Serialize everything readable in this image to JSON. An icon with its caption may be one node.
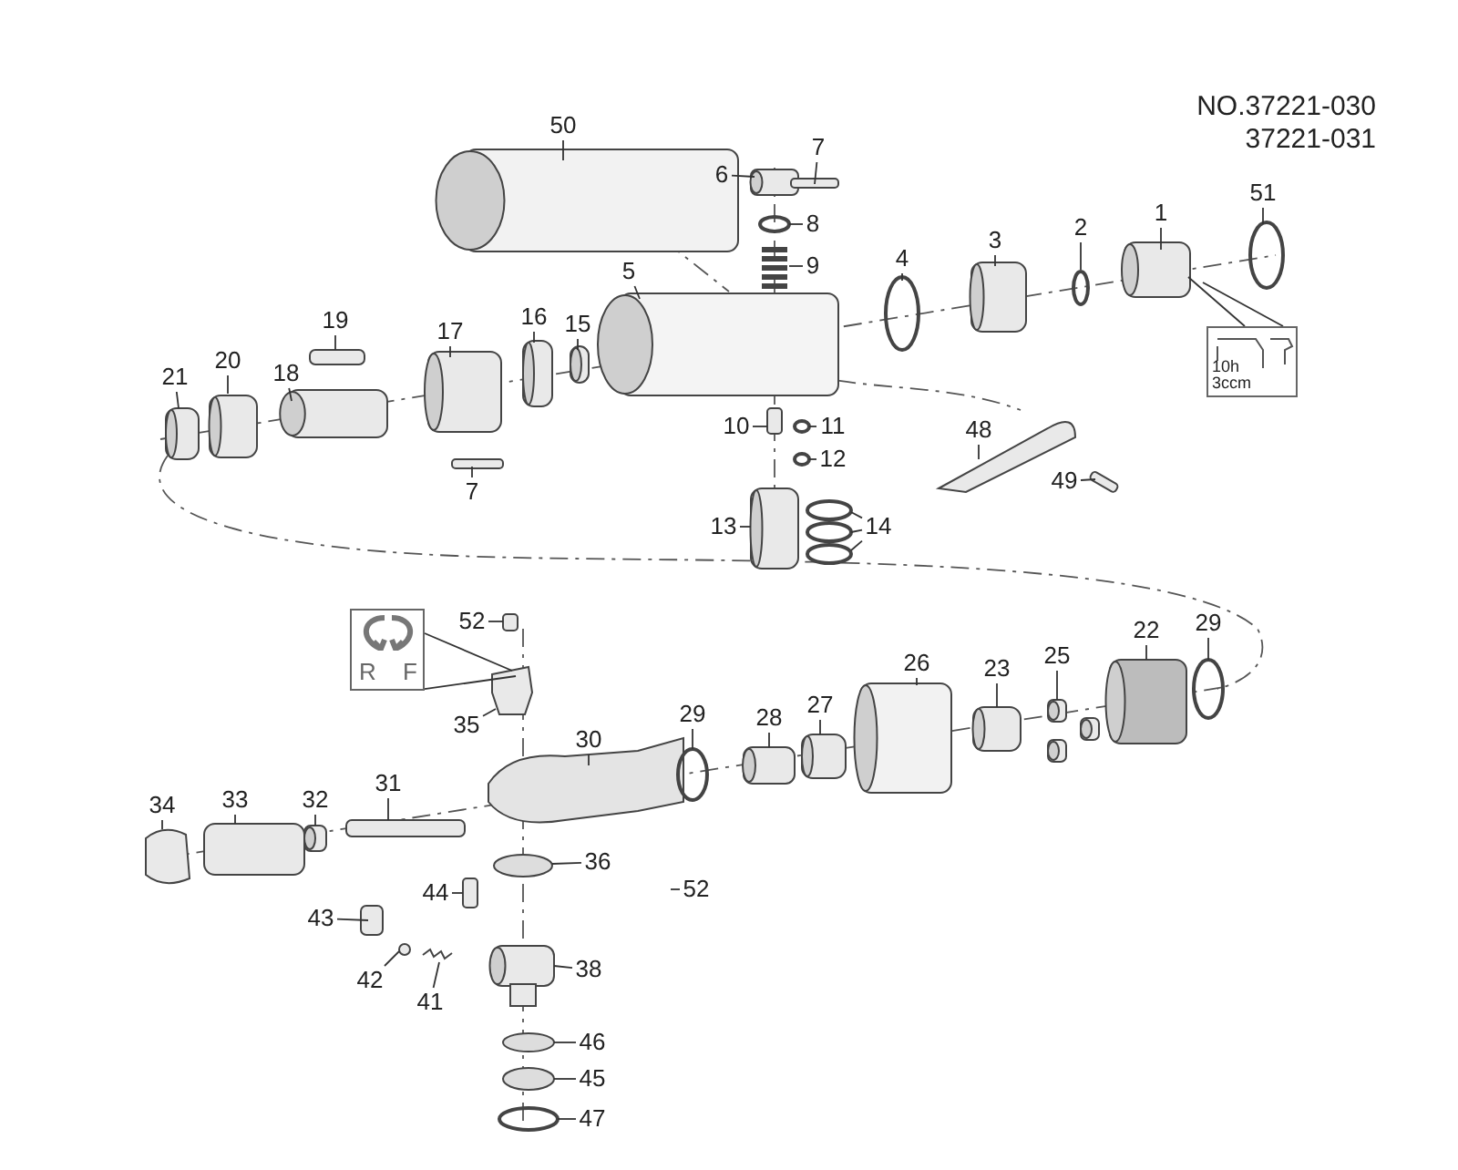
{
  "diagram": {
    "nodes": [
      {
        "text": [
          "50"
        ]
      },
      {
        "text": [
          "7"
        ]
      },
      {
        "text": [
          "6"
        ]
      },
      {
        "text": [
          "51"
        ]
      },
      {
        "text": [
          "1"
        ]
      },
      {
        "text": [
          "2"
        ]
      },
      {
        "text": [
          "3"
        ]
      },
      {
        "text": [
          "4"
        ]
      },
      {
        "text": [
          "8"
        ]
      },
      {
        "text": [
          "9"
        ]
      },
      {
        "text": [
          "5"
        ]
      },
      {
        "text": [
          "19"
        ]
      },
      {
        "text": [
          "17"
        ]
      },
      {
        "text": [
          "15"
        ]
      },
      {
        "text": [
          "16"
        ]
      },
      {
        "text": [
          "20"
        ]
      },
      {
        "text": [
          "18"
        ]
      },
      {
        "text": [
          "21"
        ]
      },
      {
        "text": [
          "10h 3ccm"
        ]
      },
      {
        "text": [
          "10"
        ]
      },
      {
        "text": [
          "11"
        ]
      },
      {
        "text": [
          "48"
        ]
      },
      {
        "text": [
          "12"
        ]
      },
      {
        "text": [
          "49"
        ]
      },
      {
        "text": [
          "7"
        ]
      },
      {
        "text": [
          "13"
        ]
      },
      {
        "text": [
          "14"
        ]
      },
      {
        "text": [
          "22"
        ]
      },
      {
        "text": [
          "29"
        ]
      },
      {
        "text": [
          "52"
        ]
      },
      {
        "text": [
          "R",
          "F"
        ]
      },
      {
        "text": [
          "25"
        ]
      },
      {
        "text": [
          "26"
        ]
      },
      {
        "text": [
          "23"
        ]
      },
      {
        "text": [
          "35"
        ]
      },
      {
        "text": [
          "27"
        ]
      },
      {
        "text": [
          "29"
        ]
      },
      {
        "text": [
          "28"
        ]
      },
      {
        "text": [
          "30"
        ]
      },
      {
        "text": [
          "31"
        ]
      },
      {
        "text": [
          "33"
        ]
      },
      {
        "text": [
          "32"
        ]
      },
      {
        "text": [
          "34"
        ]
      },
      {
        "text": [
          "36"
        ]
      },
      {
        "text": [
          "52"
        ]
      },
      {
        "text": [
          "44"
        ]
      },
      {
        "text": [
          "43"
        ]
      },
      {
        "text": [
          "42"
        ]
      },
      {
        "text": [
          "41"
        ]
      },
      {
        "text": [
          "38"
        ]
      },
      {
        "text": [
          "46"
        ]
      },
      {
        "text": [
          "45"
        ]
      },
      {
        "text": [
          "47"
        ]
      }
    ],
    "edges": [
      {
        "from": 0,
        "to": null,
        "arrow": "none"
      },
      {
        "from": 1,
        "to": null,
        "arrow": "none"
      },
      {
        "from": 2,
        "to": null,
        "arrow": "none"
      },
      {
        "from": 3,
        "to": null,
        "arrow": "none"
      },
      {
        "from": 4,
        "to": null,
        "arrow": "none"
      },
      {
        "from": 5,
        "to": null,
        "arrow": "none"
      },
      {
        "from": 6,
        "to": null,
        "arrow": "none"
      },
      {
        "from": 7,
        "to": null,
        "arrow": "none"
      },
      {
        "from": 8,
        "to": null,
        "arrow": "none"
      },
      {
        "from": 9,
        "to": null,
        "arrow": "none"
      },
      {
        "from": 10,
        "to": null,
        "arrow": "none"
      },
      {
        "from": 11,
        "to": null,
        "arrow": "none"
      },
      {
        "from": 12,
        "to": null,
        "arrow": "none"
      },
      {
        "from": 13,
        "to": null,
        "arrow": "none"
      },
      {
        "from": 14,
        "to": null,
        "arrow": "none"
      },
      {
        "from": 15,
        "to": null,
        "arrow": "none"
      },
      {
        "from": 16,
        "to": null,
        "arrow": "none"
      },
      {
        "from": 17,
        "to": null,
        "arrow": "none"
      },
      {
        "from": 18,
        "to": null,
        "arrow": "none"
      },
      {
        "from": 18,
        "to": null,
        "arrow": "none"
      },
      {
        "from": 19,
        "to": null,
        "arrow": "none"
      },
      {
        "from": 20,
        "to": null,
        "arrow": "none"
      },
      {
        "from": 21,
        "to": null,
        "arrow": "none"
      },
      {
        "from": 22,
        "to": null,
        "arrow": "none"
      },
      {
        "from": 23,
        "to": null,
        "arrow": "none"
      },
      {
        "from": 24,
        "to": null,
        "arrow": "none"
      },
      {
        "from": 25,
        "to": null,
        "arrow": "none"
      },
      {
        "from": 26,
        "to": null,
        "arrow": "none"
      },
      {
        "from": 26,
        "to": null,
        "arrow": "none"
      },
      {
        "from": 26,
        "to": null,
        "arrow": "none"
      },
      {
        "from": 27,
        "to": null,
        "arrow": "none"
      },
      {
        "from": 28,
        "to": null,
        "arrow": "none"
      },
      {
        "from": 29,
        "to": null,
        "arrow": "none"
      },
      {
        "from": 30,
        "to": null,
        "arrow": "none"
      },
      {
        "from": 30,
        "to": null,
        "arrow": "none"
      },
      {
        "from": 31,
        "to": null,
        "arrow": "none"
      },
      {
        "from": 32,
        "to": null,
        "arrow": "none"
      },
      {
        "from": 33,
        "to": null,
        "arrow": "none"
      },
      {
        "from": 34,
        "to": null,
        "arrow": "none"
      },
      {
        "from": 35,
        "to": null,
        "arrow": "none"
      },
      {
        "from": 36,
        "to": null,
        "arrow": "none"
      },
      {
        "from": 37,
        "to": null,
        "arrow": "none"
      },
      {
        "from": 38,
        "to": null,
        "arrow": "none"
      },
      {
        "from": 39,
        "to": null,
        "arrow": "none"
      },
      {
        "from": 40,
        "to": null,
        "arrow": "none"
      },
      {
        "from": 41,
        "to": null,
        "arrow": "none"
      },
      {
        "from": 42,
        "to": null,
        "arrow": "none"
      },
      {
        "from": 43,
        "to": null,
        "arrow": "none"
      },
      {
        "from": 44,
        "to": null,
        "arrow": "none"
      },
      {
        "from": 45,
        "to": null,
        "arrow": "none"
      },
      {
        "from": 46,
        "to": null,
        "arrow": "none"
      },
      {
        "from": 47,
        "to": null,
        "arrow": "none"
      },
      {
        "from": 48,
        "to": null,
        "arrow": "none"
      },
      {
        "from": 49,
        "to": null,
        "arrow": "none"
      },
      {
        "from": 50,
        "to": null,
        "arrow": "none"
      },
      {
        "from": 51,
        "to": null,
        "arrow": "none"
      },
      {
        "from": 52,
        "to": null,
        "arrow": "none"
      }
    ],
    "labels": [
      "NO.37221-030",
      "37221-031"
    ]
  }
}
